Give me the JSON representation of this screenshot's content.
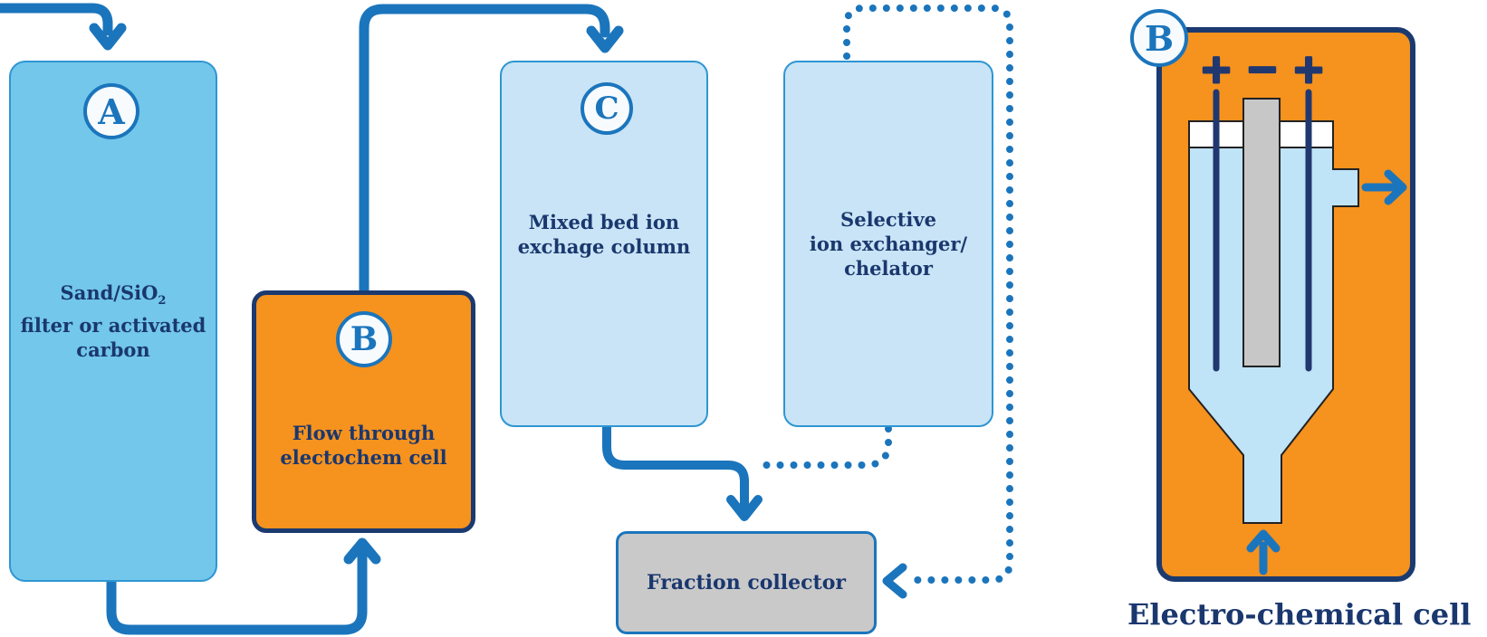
{
  "diagram": {
    "boxes": {
      "filter": {
        "badge": "A",
        "line1": "Sand/SiO",
        "line1_sub": "2",
        "line2": "filter or activated",
        "line3": "carbon"
      },
      "electrochem": {
        "badge": "B",
        "line1": "Flow through",
        "line2": "electochem cell"
      },
      "mixed_bed": {
        "badge": "C",
        "line1": "Mixed bed ion",
        "line2": "exchage column"
      },
      "selective": {
        "line1": "Selective",
        "line2": "ion exchanger/",
        "line3": "chelator"
      },
      "fraction_collector": {
        "label": "Fraction collector"
      }
    },
    "cell_detail": {
      "badge": "B",
      "caption": "Electro-chemical cell",
      "signs": {
        "left": "+",
        "middle": "−",
        "right": "+"
      }
    },
    "colors": {
      "flow_blue": "#1B75BC",
      "navy_text": "#1A376E",
      "navy_border": "#1B3A70",
      "electrode_navy": "#20386F",
      "box_a_fill": "#72C7EB",
      "light_box_fill": "#C8E4F6",
      "light_box_border": "#2E96D3",
      "orange": "#F6921E",
      "gray_box": "#C9C9C9",
      "electrode_gray": "#C7C7C7",
      "liquid_blue": "#BFE3F7"
    }
  }
}
